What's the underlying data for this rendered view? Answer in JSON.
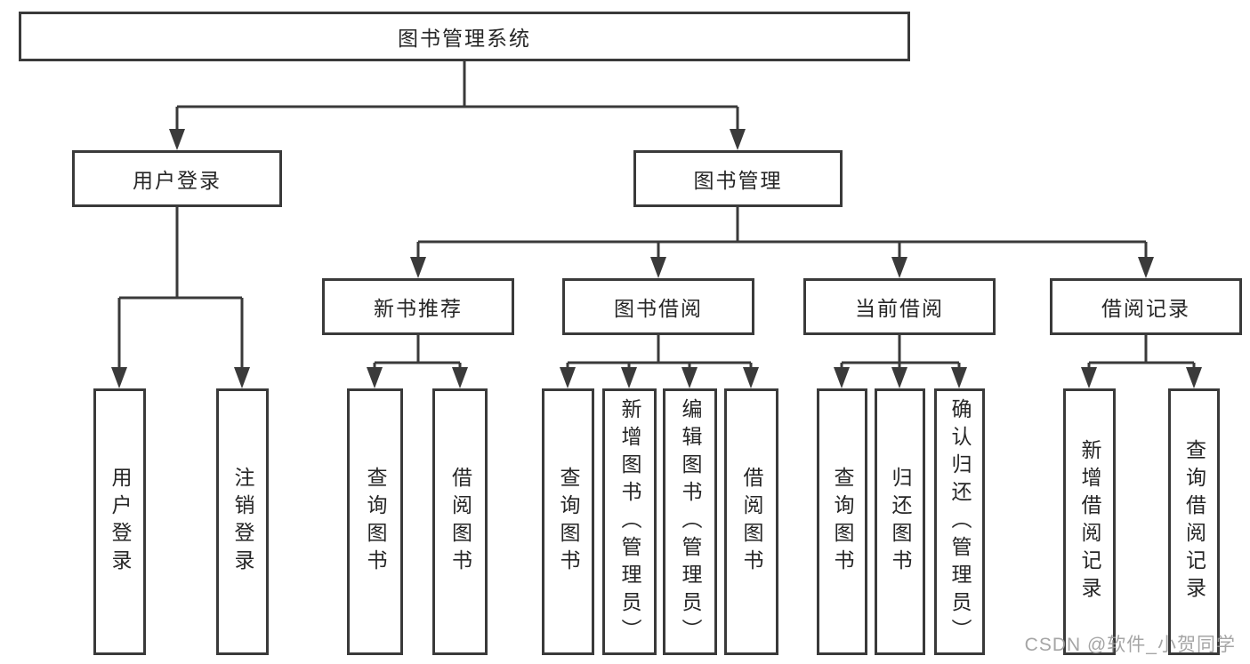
{
  "diagram": {
    "type": "tree",
    "title": "图书管理系统",
    "tree": {
      "root": {
        "label": "图书管理系统"
      },
      "children": [
        {
          "label": "用户登录",
          "children": [
            {
              "label": "用户登录"
            },
            {
              "label": "注销登录"
            }
          ]
        },
        {
          "label": "图书管理",
          "children": [
            {
              "label": "新书推荐",
              "children": [
                {
                  "label": "查询图书"
                },
                {
                  "label": "借阅图书"
                }
              ]
            },
            {
              "label": "图书借阅",
              "children": [
                {
                  "label": "查询图书"
                },
                {
                  "label": "新增图书（管理员）"
                },
                {
                  "label": "编辑图书（管理员）"
                },
                {
                  "label": "借阅图书"
                }
              ]
            },
            {
              "label": "当前借阅",
              "children": [
                {
                  "label": "查询图书"
                },
                {
                  "label": "归还图书"
                },
                {
                  "label": "确认归还（管理员）"
                }
              ]
            },
            {
              "label": "借阅记录",
              "children": [
                {
                  "label": "新增借阅记录"
                },
                {
                  "label": "查询借阅记录"
                }
              ]
            }
          ]
        }
      ]
    }
  },
  "watermark": {
    "text": "CSDN @软件_小贺同学",
    "color": "#9b9b9b"
  },
  "colors": {
    "background": "#ffffff",
    "line": "#3a3a3a",
    "box_border": "#3a3a3a",
    "text": "#262626"
  }
}
